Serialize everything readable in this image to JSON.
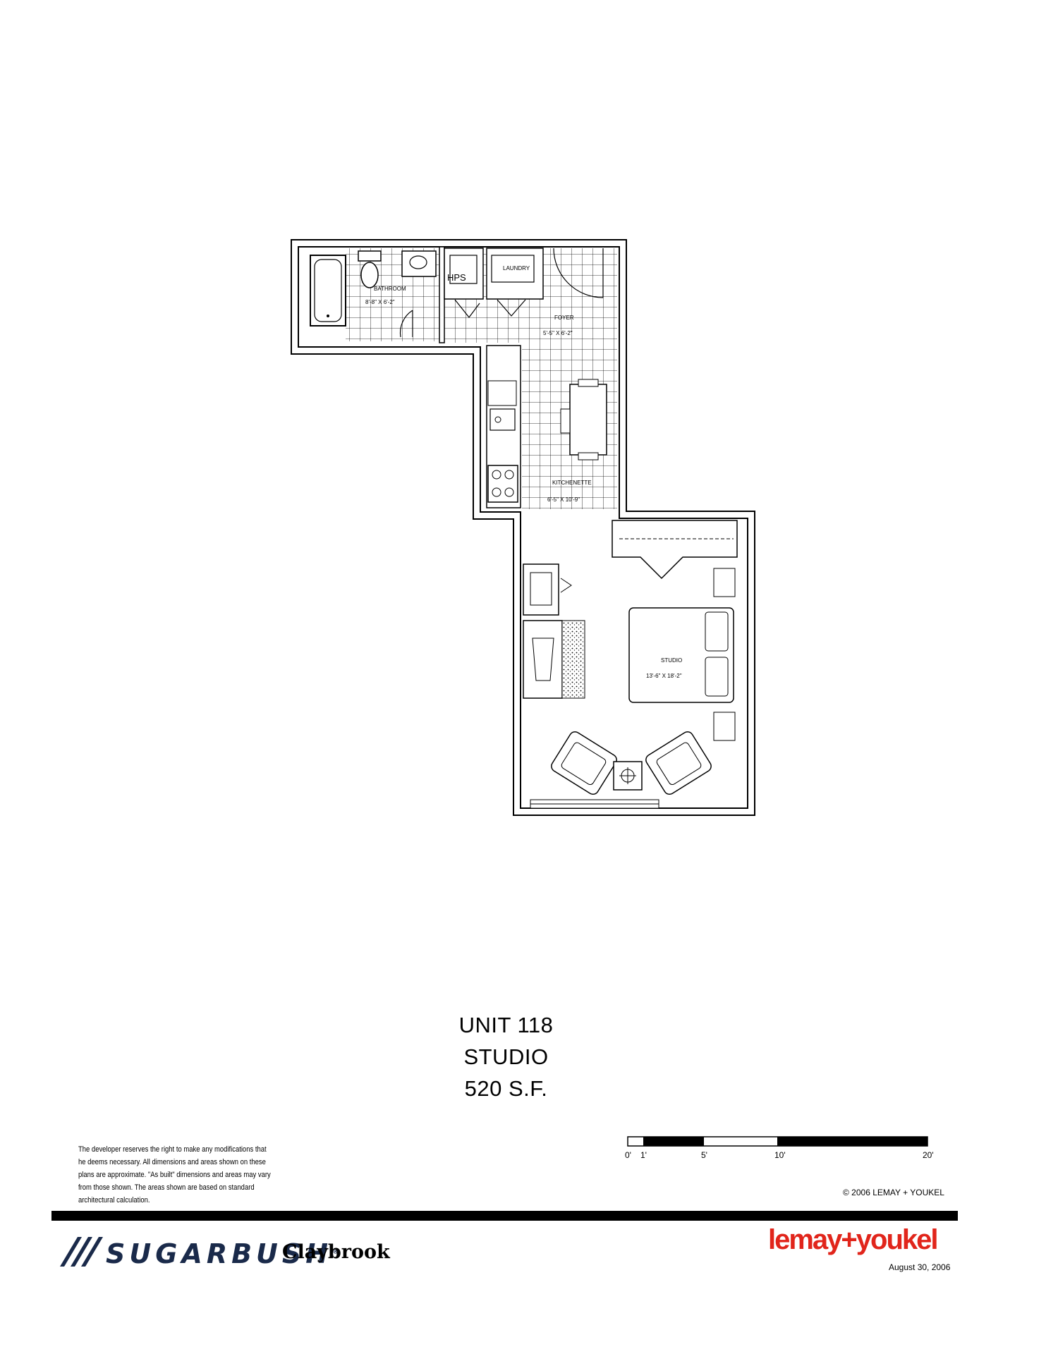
{
  "rooms": {
    "bathroom": {
      "name": "BATHROOM",
      "dims": "8'-8\" X 6'-2\""
    },
    "hps": {
      "name": "HPS"
    },
    "laundry": {
      "name": "LAUNDRY"
    },
    "foyer": {
      "name": "FOYER",
      "dims": "5'-5\" X 6'-2\""
    },
    "kitchenette": {
      "name": "KITCHENETTE",
      "dims": "6'-5\" X 10'-9\""
    },
    "studio": {
      "name": "STUDIO",
      "dims": "13'-6\" X 18'-2\""
    }
  },
  "unit": {
    "number": "UNIT 118",
    "type": "STUDIO",
    "area": "520 S.F."
  },
  "disclaimer": "The developer reserves the right to make any modifications that he deems necessary.  All dimensions and areas shown on these plans are approximate.  \"As built\" dimensions and areas may vary from those shown.  The areas shown are based on standard architectural calculation.",
  "scale_bar": {
    "labels": [
      "0'",
      "1'",
      "5'",
      "10'",
      "20'"
    ]
  },
  "copyright": "© 2006  LEMAY + YOUKEL",
  "branding": {
    "sugarbush": "SUGARBUSH",
    "trademark": "®",
    "claybrook": "Claybrook",
    "lemay_youkel": "lemay+youkel",
    "date": "August 30, 2006"
  },
  "colors": {
    "lemay_red": "#e1251b",
    "sugarbush_navy": "#1a2a4a"
  }
}
